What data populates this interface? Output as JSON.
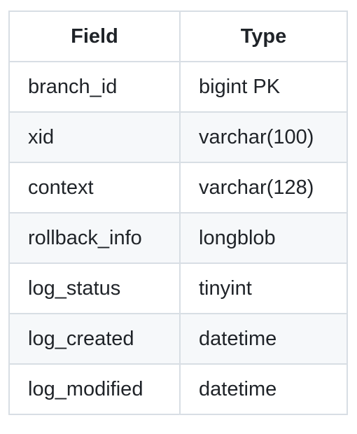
{
  "table": {
    "headers": {
      "field": "Field",
      "type": "Type"
    },
    "rows": [
      {
        "field": "branch_id",
        "type": "bigint PK"
      },
      {
        "field": "xid",
        "type": "varchar(100)"
      },
      {
        "field": "context",
        "type": "varchar(128)"
      },
      {
        "field": "rollback_info",
        "type": "longblob"
      },
      {
        "field": "log_status",
        "type": "tinyint"
      },
      {
        "field": "log_created",
        "type": "datetime"
      },
      {
        "field": "log_modified",
        "type": "datetime"
      }
    ]
  },
  "colors": {
    "border": "#d8dee4",
    "stripe": "#f6f8fa",
    "text": "#1f2328"
  }
}
